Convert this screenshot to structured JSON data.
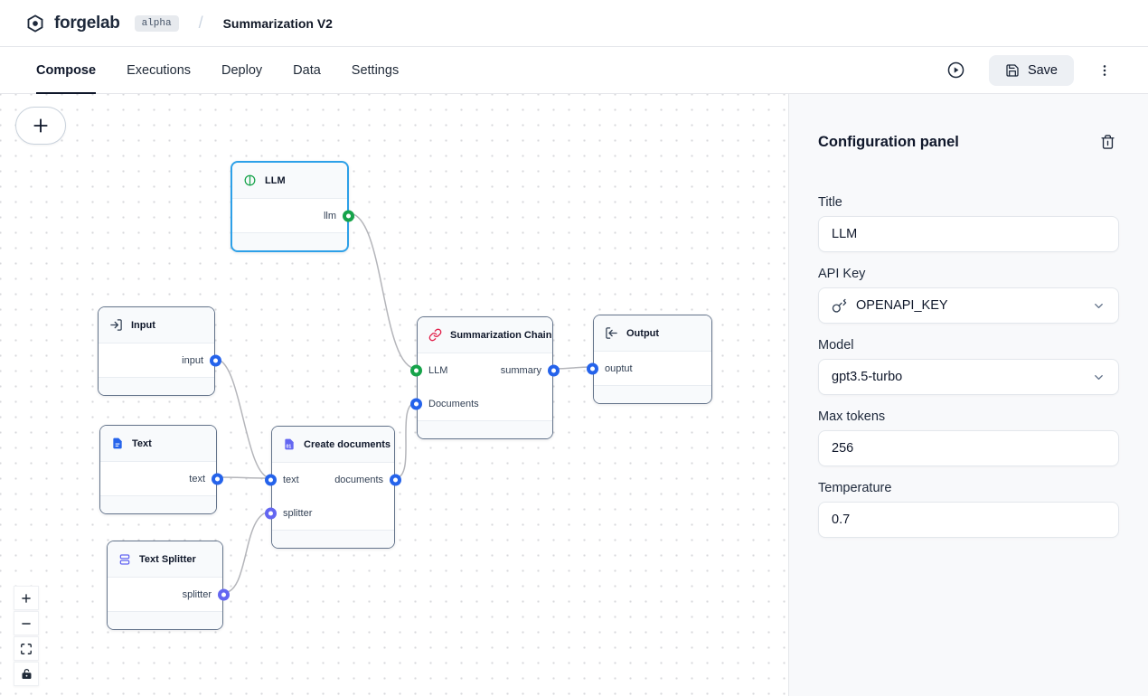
{
  "header": {
    "logo": "forgelab",
    "badge": "alpha",
    "separator": "/",
    "title": "Summarization V2"
  },
  "tabs": [
    {
      "label": "Compose",
      "active": true
    },
    {
      "label": "Executions",
      "active": false
    },
    {
      "label": "Deploy",
      "active": false
    },
    {
      "label": "Data",
      "active": false
    },
    {
      "label": "Settings",
      "active": false
    }
  ],
  "toolbar": {
    "run_icon": "play-circle-icon",
    "save_label": "Save",
    "save_icon": "floppy-disk-icon",
    "menu_icon": "kebab-menu-icon"
  },
  "canvas": {
    "add_button_icon": "plus-icon",
    "controls": [
      "zoom-in-icon",
      "zoom-out-icon",
      "fit-view-icon",
      "lock-icon"
    ],
    "nodes": [
      {
        "id": "llm",
        "title": "LLM",
        "icon": "cpu-circle-icon",
        "selected": true,
        "inputs": [],
        "outputs": [
          {
            "label": "llm",
            "color": "#16a34a"
          }
        ]
      },
      {
        "id": "input",
        "title": "Input",
        "icon": "log-in-icon",
        "inputs": [],
        "outputs": [
          {
            "label": "input",
            "color": "#2563eb"
          }
        ]
      },
      {
        "id": "text",
        "title": "Text",
        "icon": "file-text-icon",
        "inputs": [],
        "outputs": [
          {
            "label": "text",
            "color": "#2563eb"
          }
        ]
      },
      {
        "id": "text-splitter",
        "title": "Text Splitter",
        "icon": "split-rows-icon",
        "inputs": [],
        "outputs": [
          {
            "label": "splitter",
            "color": "#6366f1"
          }
        ]
      },
      {
        "id": "create-documents",
        "title": "Create documents",
        "icon": "document-01-icon",
        "inputs": [
          {
            "label": "text",
            "color": "#2563eb"
          },
          {
            "label": "splitter",
            "color": "#6366f1"
          }
        ],
        "outputs": [
          {
            "label": "documents",
            "color": "#2563eb"
          }
        ]
      },
      {
        "id": "summarization-chain",
        "title": "Summarization Chain",
        "icon": "chain-link-icon",
        "inputs": [
          {
            "label": "LLM",
            "color": "#16a34a"
          },
          {
            "label": "Documents",
            "color": "#2563eb"
          }
        ],
        "outputs": [
          {
            "label": "summary",
            "color": "#2563eb"
          }
        ]
      },
      {
        "id": "output",
        "title": "Output",
        "icon": "log-out-icon",
        "inputs": [
          {
            "label": "ouptut",
            "color": "#2563eb"
          }
        ],
        "outputs": []
      }
    ],
    "edges": [
      {
        "from": "llm.llm",
        "to": "summarization-chain.LLM"
      },
      {
        "from": "input.input",
        "to": "create-documents.text"
      },
      {
        "from": "text.text",
        "to": "create-documents.text"
      },
      {
        "from": "text-splitter.splitter",
        "to": "create-documents.splitter"
      },
      {
        "from": "create-documents.documents",
        "to": "summarization-chain.Documents"
      },
      {
        "from": "summarization-chain.summary",
        "to": "output.ouptut"
      }
    ]
  },
  "panel": {
    "title": "Configuration panel",
    "delete_icon": "trash-icon",
    "fields": [
      {
        "label": "Title",
        "value": "LLM",
        "type": "input"
      },
      {
        "label": "API Key",
        "value": "OPENAPI_KEY",
        "type": "select",
        "icon": "key-icon"
      },
      {
        "label": "Model",
        "value": "gpt3.5-turbo",
        "type": "select"
      },
      {
        "label": "Max tokens",
        "value": "256",
        "type": "input"
      },
      {
        "label": "Temperature",
        "value": "0.7",
        "type": "input"
      }
    ]
  },
  "colors": {
    "selected_node_border": "#2da0e8",
    "node_border": "#64748b",
    "edge": "#b4b5ba",
    "port_blue": "#2563eb",
    "port_green": "#16a34a",
    "port_indigo": "#6366f1"
  }
}
